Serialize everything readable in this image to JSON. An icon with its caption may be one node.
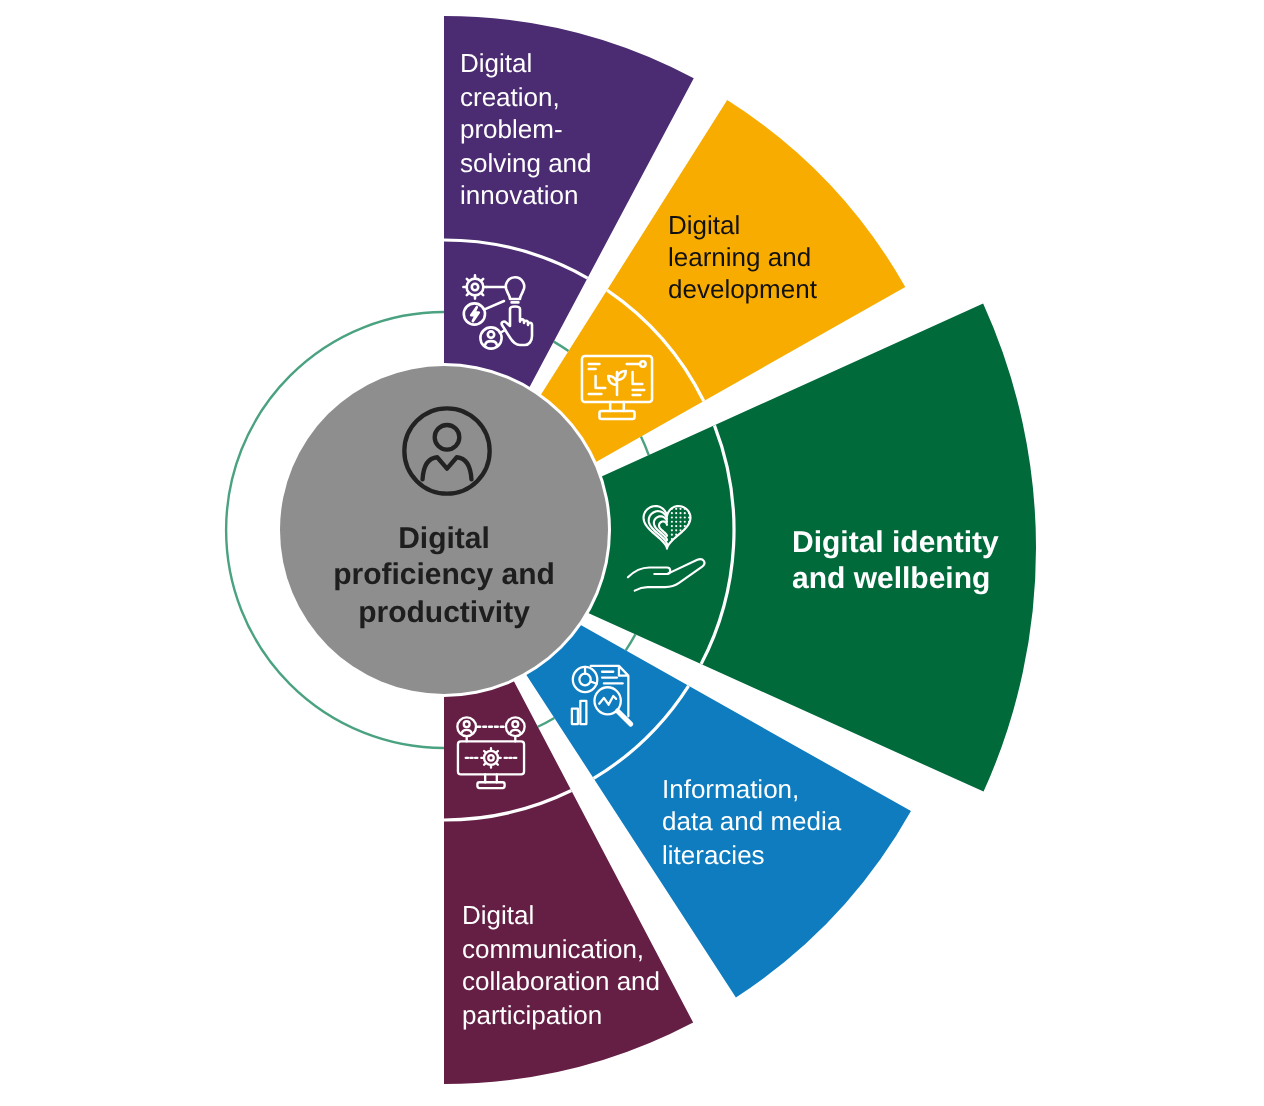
{
  "diagram": {
    "nodes": [
      {
        "text": [
          "Digital proficiency and productivity"
        ]
      },
      {
        "text": [
          "Digital creation, problem-solving and innovation"
        ]
      },
      {
        "text": [
          "Digital learning and development"
        ]
      },
      {
        "text": [
          "Digital identity and wellbeing"
        ]
      },
      {
        "text": [
          "Information, data and media literacies"
        ]
      },
      {
        "text": [
          "Digital communication, collaboration and participation"
        ]
      }
    ]
  }
}
